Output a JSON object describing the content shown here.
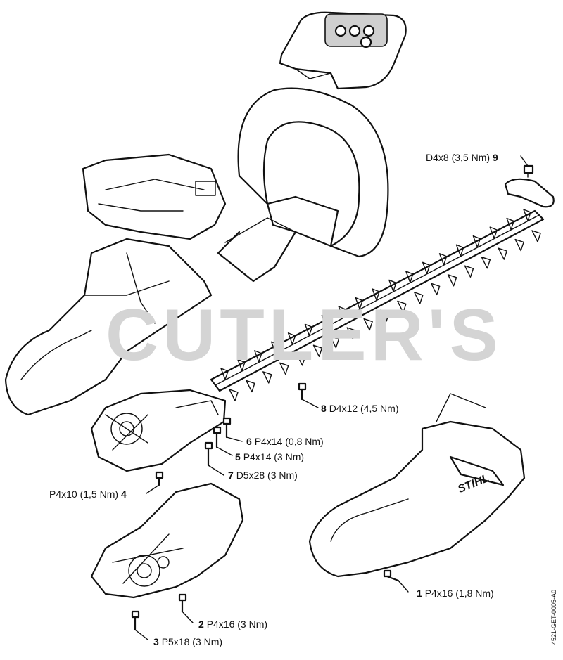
{
  "watermark": "CUTLER'S",
  "drawing_code": "4521-GET-0005-A0",
  "brand_logo": "STIHL",
  "callouts": [
    {
      "num": "1",
      "spec": "P4x16 (1,8 Nm)"
    },
    {
      "num": "2",
      "spec": "P4x16 (3 Nm)"
    },
    {
      "num": "3",
      "spec": "P5x18 (3 Nm)"
    },
    {
      "num": "4",
      "spec": "P4x10 (1,5 Nm)"
    },
    {
      "num": "5",
      "spec": "P4x14 (3 Nm)"
    },
    {
      "num": "6",
      "spec": "P4x14 (0,8 Nm)"
    },
    {
      "num": "7",
      "spec": "D5x28 (3 Nm)"
    },
    {
      "num": "8",
      "spec": "D4x12 (4,5 Nm)"
    },
    {
      "num": "9",
      "spec": "D4x8 (3,5 Nm)"
    }
  ]
}
